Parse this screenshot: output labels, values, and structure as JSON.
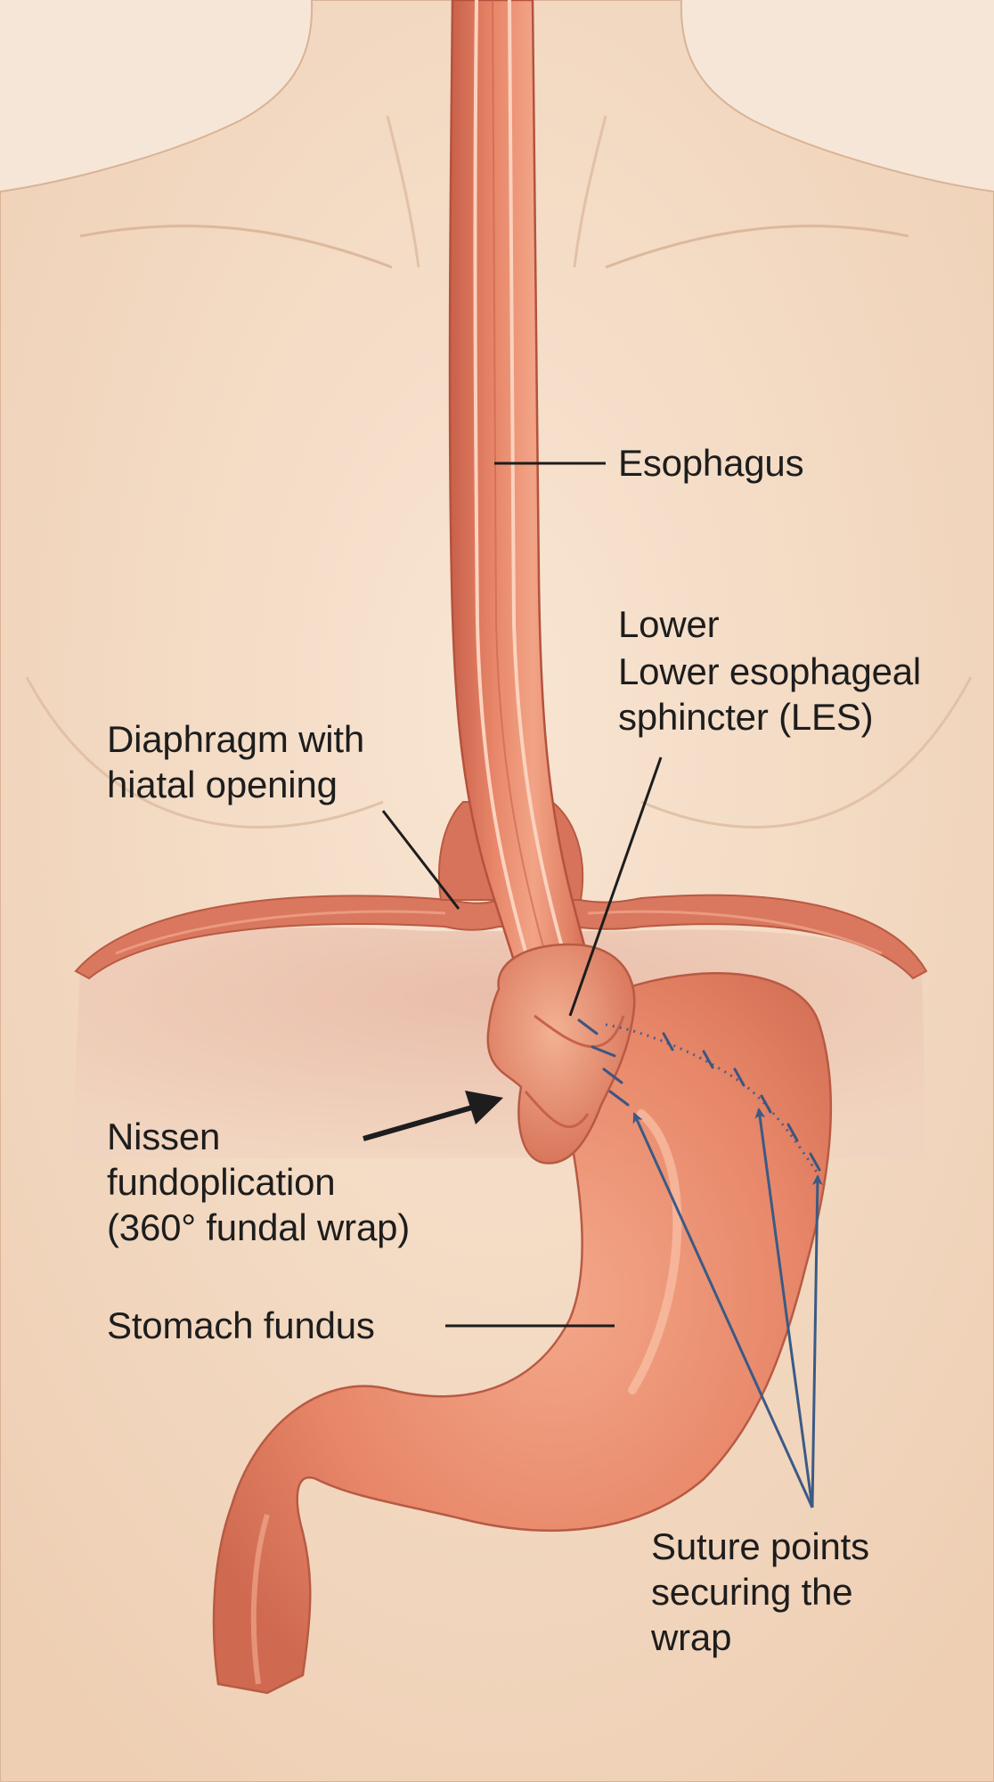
{
  "labels": {
    "esophagus": "Esophagus",
    "les_line1": "Lower",
    "les_line2": "Lower esophageal\nsphincter (LES)",
    "diaphragm": "Diaphragm with\nhiatal opening",
    "nissen": "Nissen\nfundoplication\n(360° fundal wrap)",
    "fundus": "Stomach fundus",
    "sutures": "Suture points\nsecuring the\nwrap"
  },
  "colors": {
    "background": "#f6e6d7",
    "skin": "#f2d9c1",
    "tissue": "#e8876a",
    "tissue_dark": "#c9604a",
    "leader_line": "#1d1d1d",
    "suture_arrow": "#3b5a85"
  }
}
